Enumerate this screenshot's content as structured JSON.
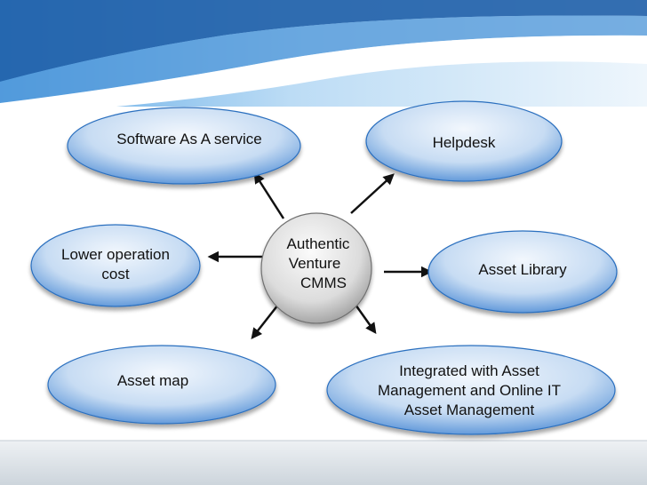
{
  "center": {
    "lines": [
      "Authentic",
      "Venture",
      "CMMS"
    ]
  },
  "nodes": [
    {
      "id": "software",
      "lines": [
        "Software As A service"
      ]
    },
    {
      "id": "helpdesk",
      "lines": [
        "Helpdesk"
      ]
    },
    {
      "id": "lower-cost",
      "lines": [
        "Lower operation",
        "cost"
      ]
    },
    {
      "id": "asset-library",
      "lines": [
        "Asset Library"
      ]
    },
    {
      "id": "asset-map",
      "lines": [
        "Asset map"
      ]
    },
    {
      "id": "integrated",
      "lines": [
        "Integrated with Asset",
        "Management and Online IT",
        "Asset Management"
      ]
    }
  ],
  "colors": {
    "bubble_light": "#e6f0fb",
    "bubble_dark": "#2f74c8",
    "center_light": "#f5f5f5",
    "center_dark": "#8a8a8a",
    "arrow": "#111111",
    "header_blue": "#1f5fa8"
  }
}
